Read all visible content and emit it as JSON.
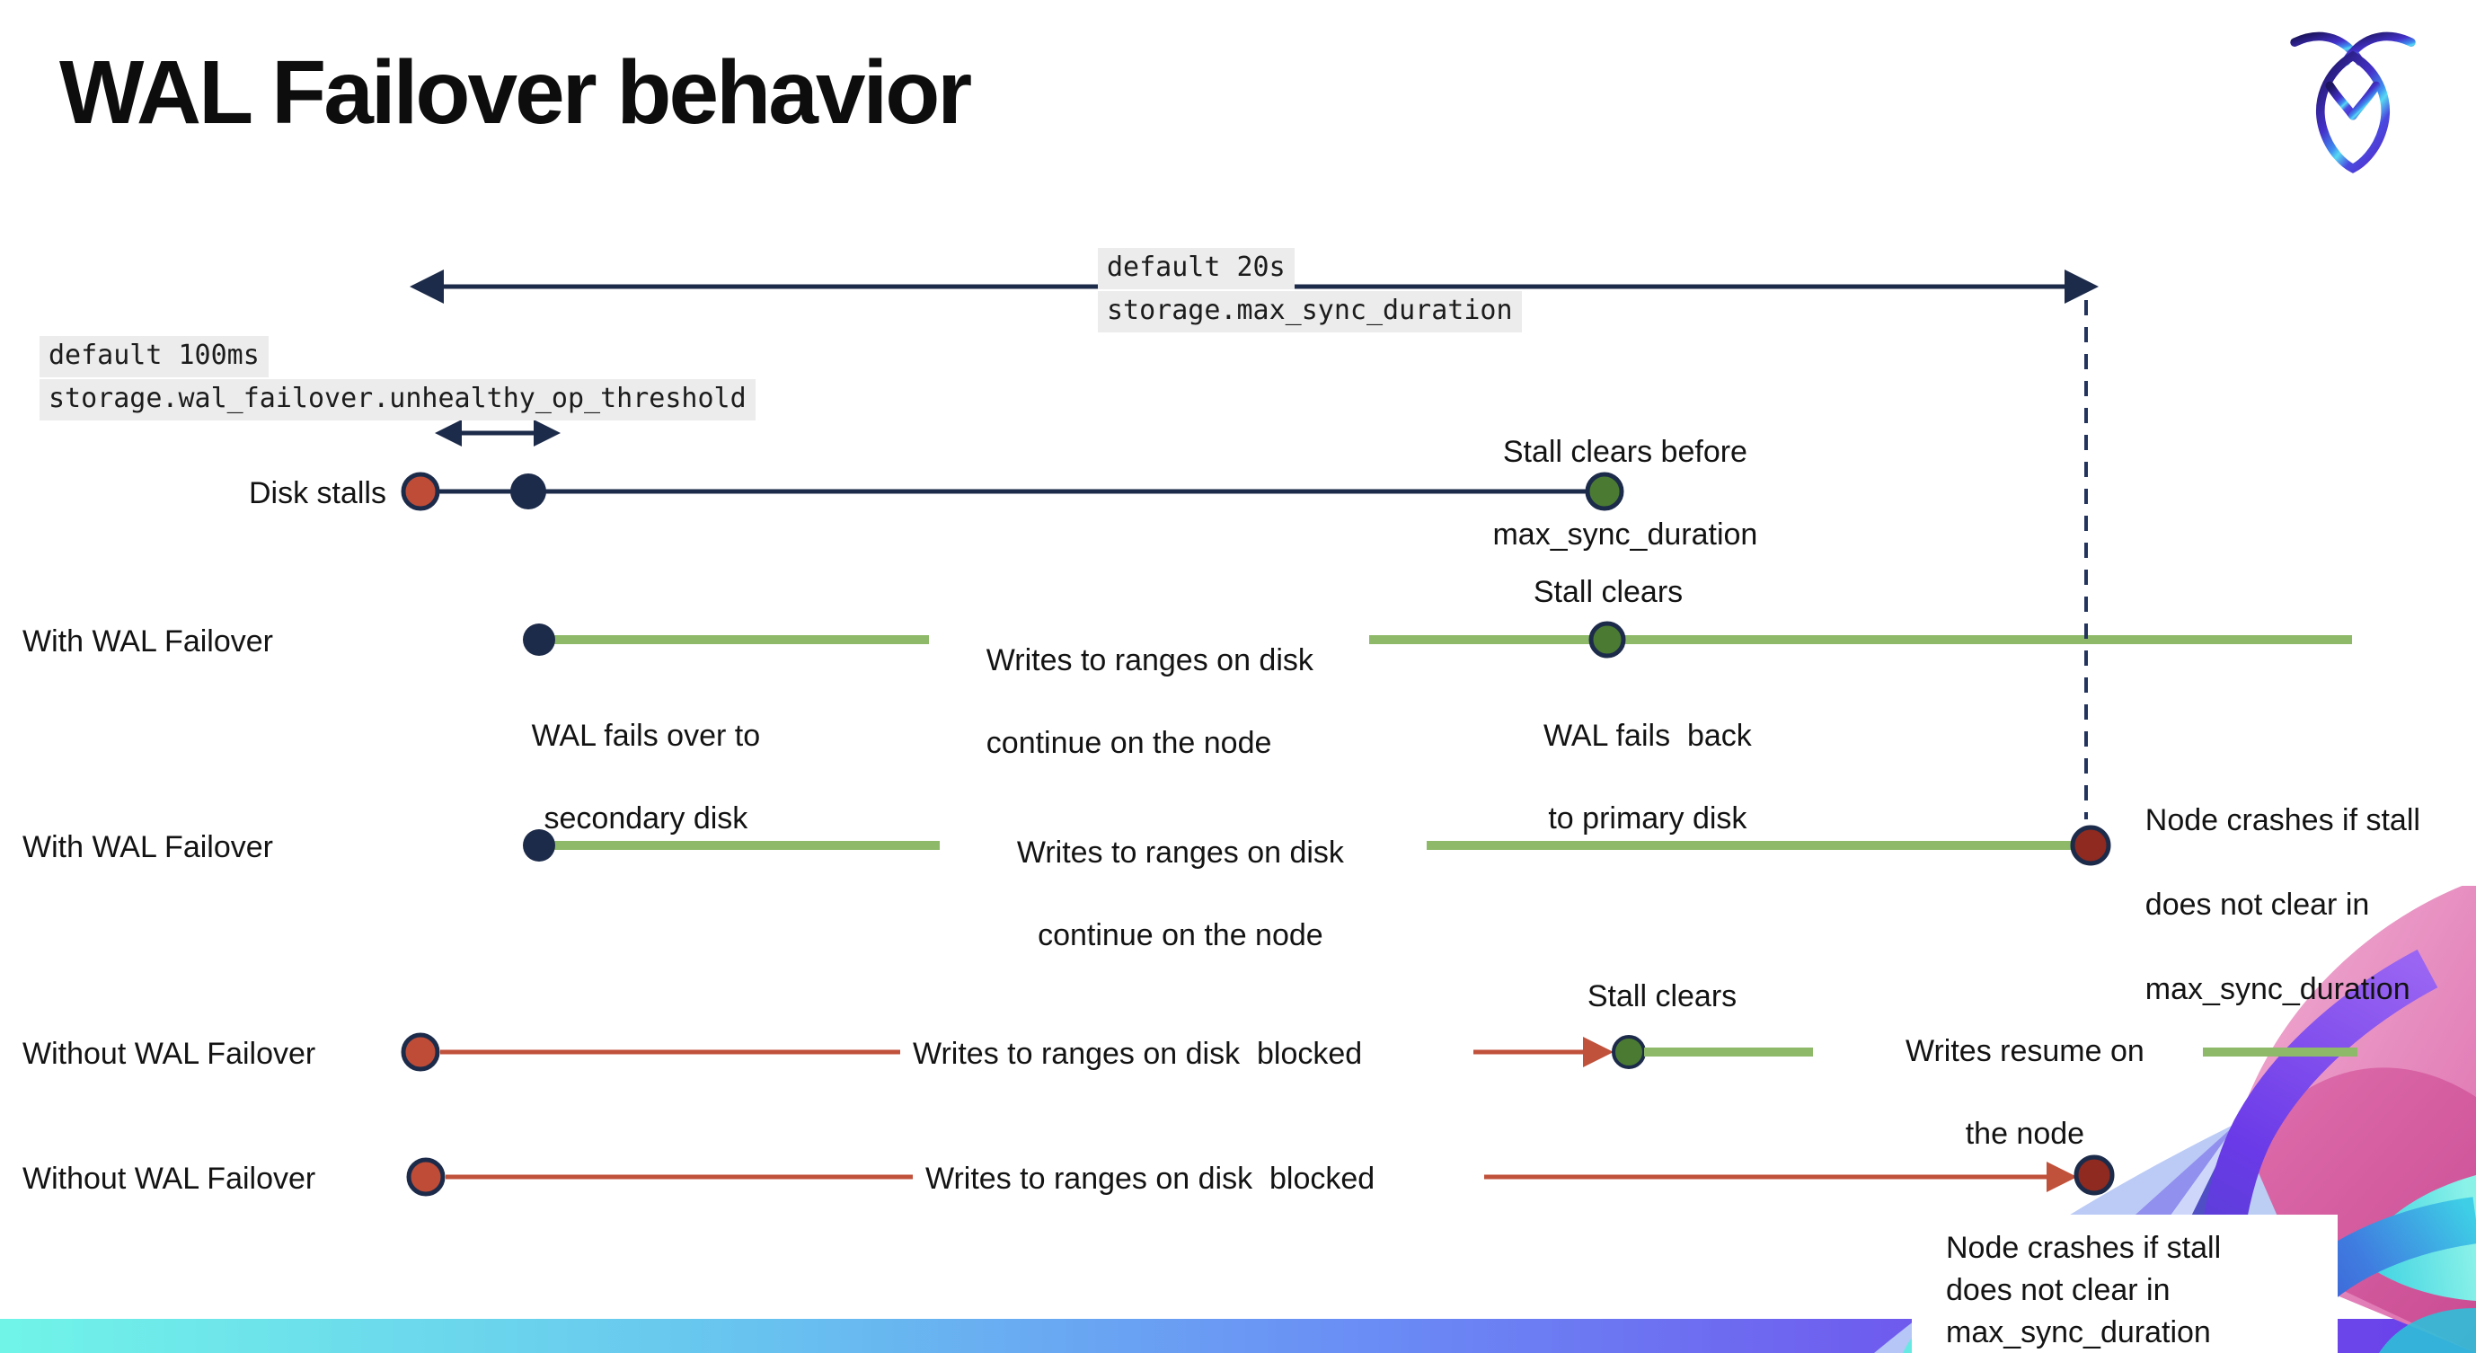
{
  "page": {
    "title": "WAL Failover behavior"
  },
  "colors": {
    "navy": "#1d2b4a",
    "green_line": "#8eb969",
    "green_dot": "#4b7b32",
    "red_line": "#c0513a",
    "red_dot": "#bf4c37",
    "dark_red_dot": "#8e2a1f",
    "code_background": "#ececec",
    "bottom_bar_gradient": [
      "#70f4e8",
      "#6a8df5",
      "#6a3fe9"
    ]
  },
  "code_labels": {
    "max_sync": {
      "line1": "default 20s",
      "line2": "storage.max_sync_duration"
    },
    "threshold": {
      "line1": "default 100ms",
      "line2": "storage.wal_failover.unhealthy_op_threshold"
    }
  },
  "rows": [
    {
      "label": "Disk stalls"
    },
    {
      "label": "With WAL Failover"
    },
    {
      "label": "With WAL Failover"
    },
    {
      "label": "Without WAL Failover"
    },
    {
      "label": "Without WAL Failover"
    }
  ],
  "annotations": {
    "stall_clears_before": {
      "line1": "Stall clears before",
      "line2": "max_sync_duration"
    },
    "writes_continue_a": {
      "line1": "Writes to ranges on disk",
      "line2": "continue on the node"
    },
    "writes_continue_b": {
      "line1": "Writes to ranges on disk",
      "line2": "continue on the node"
    },
    "stall_clears_a": "Stall clears",
    "stall_clears_b": "Stall clears",
    "wal_fails_over": {
      "line1": "WAL fails over to",
      "line2": "secondary disk"
    },
    "wal_fails_back": {
      "line1": "WAL fails  back",
      "line2": "to primary disk"
    },
    "node_crashes_a": {
      "line1": "Node crashes if stall",
      "line2": "does not clear in",
      "line3": "max_sync_duration"
    },
    "writes_blocked_a": "Writes to ranges on disk  blocked",
    "writes_blocked_b": "Writes to ranges on disk  blocked",
    "writes_resume": {
      "line1": "Writes resume on",
      "line2": "the node"
    },
    "node_crashes_b": {
      "line1": "Node crashes if stall",
      "line2": "does not clear in",
      "line3": "max_sync_duration"
    }
  },
  "logo": {
    "name": "cockroach-logo"
  }
}
